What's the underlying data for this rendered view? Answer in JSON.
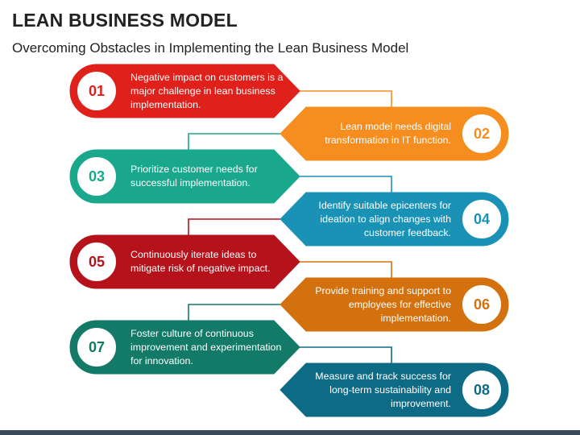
{
  "title": "LEAN BUSINESS MODEL",
  "subtitle": "Overcoming Obstacles in Implementing the Lean Business Model",
  "steps": [
    {
      "number": "01",
      "text": "Negative impact on customers is a major challenge in lean business implementation.",
      "side": "left",
      "color": "#e0201b"
    },
    {
      "number": "02",
      "text": "Lean model needs digital transformation in IT function.",
      "side": "right",
      "color": "#f58d1f"
    },
    {
      "number": "03",
      "text": "Prioritize customer needs for successful implementation.",
      "side": "left",
      "color": "#1aa88c"
    },
    {
      "number": "04",
      "text": "Identify suitable epicenters for ideation to align changes with customer feedback.",
      "side": "right",
      "color": "#1a92b6"
    },
    {
      "number": "05",
      "text": "Continuously iterate ideas to mitigate risk of negative impact.",
      "side": "left",
      "color": "#b5121b"
    },
    {
      "number": "06",
      "text": "Provide training and support to employees for effective implementation.",
      "side": "right",
      "color": "#d4710f"
    },
    {
      "number": "07",
      "text": "Foster culture of continuous improvement and experimentation for innovation.",
      "side": "left",
      "color": "#137a68"
    },
    {
      "number": "08",
      "text": "Measure and track success for long-term sustainability and improvement.",
      "side": "right",
      "color": "#0e6b86"
    }
  ]
}
